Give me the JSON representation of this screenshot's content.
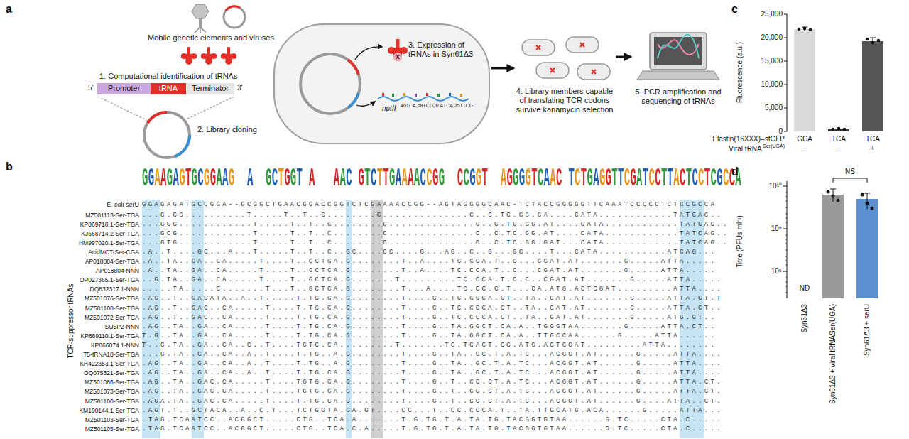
{
  "diagram": {
    "nodes": [
      {
        "text": [
          "Promoter"
        ]
      },
      {
        "text": [
          "tRNA"
        ]
      },
      {
        "text": [
          "Terminator"
        ]
      },
      {
        "text": [
          "3. Expression of tRNAs in Syn61Δ3"
        ]
      },
      {
        "text": [
          "4. Library members capable of translating TCR codons survive kanamycin selection"
        ]
      },
      {
        "text": [
          "5. PCR amplification and sequencing of tRNAs"
        ]
      }
    ],
    "edges": [
      {
        "from": 3,
        "to": 4,
        "arrow": "to"
      },
      {
        "from": 4,
        "to": 5,
        "arrow": "to"
      }
    ],
    "labels": [
      "a",
      "Mobile genetic elements and viruses",
      "1. Computational identification of tRNAs",
      "5'",
      "3'",
      "2. Library cloning",
      "X",
      "nptII",
      "40TCA,68TCG,104TCA,251TCG",
      "b",
      "GGAAGAGTGCGGAAG  A  GCTGGT A   AAC GTCTTGAAAACCGG  CCGGT  AGGGGTCAAC TCTGAGGTTCGATCCTTACTCCTCGCCA",
      "E. coli serU",
      "GGAGAGATGCCGGA--GCGGCTGAACGGACCGGTCTCGAAAACCGG--AGTAGGGGCAAC-TCTACCGGGGGTTCAAATCCCCCTCTCCGCCA",
      "TCR-suppressor tRNAs",
      "MZ501113-Ser-TGA",
      "KP869718.1-Ser-TGA",
      "KJ668714.2-Ser-TGA",
      "HM997020.1-Ser-TGA",
      "AcidMCT-Ser-CGA",
      "AP018804-Ser-TGA",
      "AP018804-NNN",
      "OP027365.1-Ser-TGA",
      "DQ832317.1-NNN",
      "MZ501076-Ser-TGA",
      "MZ501108-Ser-TGA",
      "MZ501072-Ser-TGA",
      "SU5P2-NNN",
      "KP869110.1-Ser-TGA",
      "KP866074.1-NNN",
      "T5-tRNA18-Ser-TGA",
      "KR422353.1-Ser-TGA",
      "OQ075321-Ser-TGA",
      "MZ501086-Ser-TGA",
      "MZ501073-Ser-TGA",
      "MZ501100-Ser-TGA",
      "KM190144.1-Ser-TGA",
      "MZ501103-Ser-TGA",
      "MZ501105-Ser-TGA",
      "...G.CG..........T.....T..T..C........C..............C..C.TC.GG.GA....CATA............TATCAG..",
      "...GCG............T.....T..T..C........C..............C..C.TC.GG.AT....CATA............TATCAG..",
      "...GCG............T.....T..T..C........C..............C..C.TC.GG.AT....CATA............TATCAG..",
      "...GTG............T.....T..T..C........C..............C..C.TC.GG.GAT...CATA............TATCAG..",
      ".A..T....GC...A...T.....T..T..C..GC....CC....G...AG..C..G...GC....T...CATA...........ATCAG...",
      ".A..TA..GA..CA.....T....T..GCTCA.G........T..A....TC.CCA.T..C...CGAT.AT.......G.....ATTA.....",
      ".A..TA..GA..CA.....T....T..GCTCA.G........T..A....TC.CCA.T..C...CGAT.AT.......G.....ATTA.....",
      "..G.TA..GA..CA.....T....T..GCTCA.G.......T.........TC.CCA.T.C.C..CGAT.AT.......G.....ATTA.....",
      ".....TA.....C.......T...T..GCTCA.G........T...A....TC.CC.C.T...CA.ATG.ACTCGAT.........ATTA....",
      ".AG..T..GACATA..A..T.....T.TG.CA.G........T....G..TC.CCCA.CT..TA..GAT.AT.......G.....ATTA.CT.T",
      ".AG..T..GAC..CA.....T....T.TG.CA.G........T....G..TC.CCCA.CT..TA..GAT.AT.......G.....ATTA.CT..",
      ".AG..T..GAC..CA.....T....T.TG.CA.G........T....G..TC.CCCA.CT..TA..GAT.AT.......G.....ATG.GT..",
      ".AG..TA..GA..CA.....T....T.TG.CA.G........T....G..TA.GGCT.CA.A..TGGGTAA.......G.....ATTA.CT..",
      "T.G..TA..GA..CA.....T....T.TG.CA.G........T....G..TA.GGCT.CA.A..TTGCCAA......G.....ATTA......",
      "T..G.TA..GA..CA..C..T....TGTC.CA.........T.......TG.TCACT.CC.ATG.ACTCGAT.........ATTA........",
      "...G.TA..GA..CA..A..T....T.TG..A.G........T....G..TA..GC.T.A.TC...ACGGT.AT......G.....ATTA....",
      ".AG..TA..GA..CA..A..T....T.TG..A.G........T....G..TA..GC.T.A.TC...ACGGT.AT......G.....ATTA....",
      ".AG..TA..GA..CA..A..T....T.TG.CA.G........T....G..TA..GC.T.A.TC...ACGGT.AT......G.....ATTA....",
      ".AG..TA..GAC.CA.....T....TGTG.CA.G........T....G..T..CC.CT.A.TC...ACGGT.AT......G.....ATTA.CT.",
      ".AG..TA..GAC.CA.....T....TGTG.CA.G........T....G..T..CC.CT.A.TC...ACGGT.AT......G.....ATTA.CT.",
      ".AGA.TA..GAC.CA.....T....T.TG.CA.G........T....G..T..CC.CT.A.TC...ACGGT.AT......G....ATTA..CT.",
      ".AGT.T..GCTACA..A..C.T...TCTGGTA.GA.GT....CC...T..CC.CCCA.T..TA.TTGCATG.ACA......G.....ATTA...",
      ".TAG.TCAATCC..ACGGCT.....CTG..TCA.A.......T.G.TG.T.A.TA.TG.TACGGTGTAA......G.TC.....CTA.C.....",
      ".TAG.TCAATCC..ACGGCT.....CTG..TCA.C.A.....T.G.TG.T.A.TA.TG.TACGGTGTAA......G.TC.....CTA.C.....",
      "c",
      "Fluorescence (a.u.)",
      "25,000",
      "20,000",
      "15,000",
      "10,000",
      "5,000",
      "0",
      "Elastin(16XXX)–sfGFP",
      "GCA",
      "TCA",
      "TCA",
      "Viral tRNA",
      "Ser(UGA)",
      "−",
      "−",
      "+",
      "d",
      "Titre (PFUs ml⁻¹)",
      "10¹⁰",
      "10⁸",
      "10⁶",
      "ND",
      "NS",
      "Syn61Δ3",
      "Syn61Δ3 + viral tRNASer(UGA)",
      "Syn61Δ3 + serU"
    ]
  }
}
